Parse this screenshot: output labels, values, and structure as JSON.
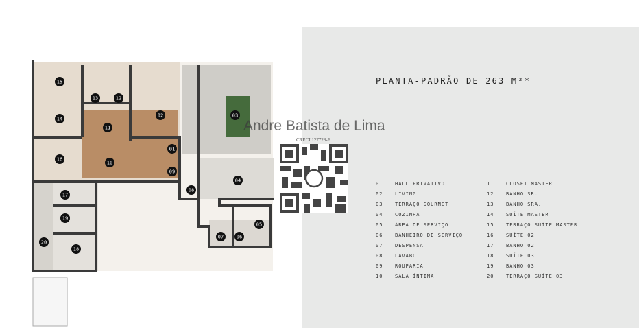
{
  "title": "PLANTA-PADRÃO DE 263 M²*",
  "watermark": {
    "name": "Andre Batista de Lima",
    "creci": "CRECI 127728-F"
  },
  "legend_left": [
    {
      "num": "01",
      "label": "HALL PRIVATIVO"
    },
    {
      "num": "02",
      "label": "LIVING"
    },
    {
      "num": "03",
      "label": "TERRAÇO GOURMET"
    },
    {
      "num": "04",
      "label": "COZINHA"
    },
    {
      "num": "05",
      "label": "ÁREA DE SERVIÇO"
    },
    {
      "num": "06",
      "label": "BANHEIRO DE SERVIÇO"
    },
    {
      "num": "07",
      "label": "DESPENSA"
    },
    {
      "num": "08",
      "label": "LAVABO"
    },
    {
      "num": "09",
      "label": "ROUPARIA"
    },
    {
      "num": "10",
      "label": "SALA ÍNTIMA"
    }
  ],
  "legend_right": [
    {
      "num": "11",
      "label": "CLOSET MASTER"
    },
    {
      "num": "12",
      "label": "BANHO SR."
    },
    {
      "num": "13",
      "label": "BANHO SRA."
    },
    {
      "num": "14",
      "label": "SUÍTE MASTER"
    },
    {
      "num": "15",
      "label": "TERRAÇO SUÍTE MASTER"
    },
    {
      "num": "16",
      "label": "SUÍTE 02"
    },
    {
      "num": "17",
      "label": "BANHO 02"
    },
    {
      "num": "18",
      "label": "SUÍTE 03"
    },
    {
      "num": "19",
      "label": "BANHO 03"
    },
    {
      "num": "20",
      "label": "TERRAÇO SUÍTE 03"
    }
  ],
  "plan_markers": [
    "15",
    "13",
    "12",
    "02",
    "03",
    "14",
    "11",
    "01",
    "16",
    "10",
    "09",
    "04",
    "08",
    "17",
    "19",
    "05",
    "07",
    "06",
    "20",
    "18"
  ]
}
